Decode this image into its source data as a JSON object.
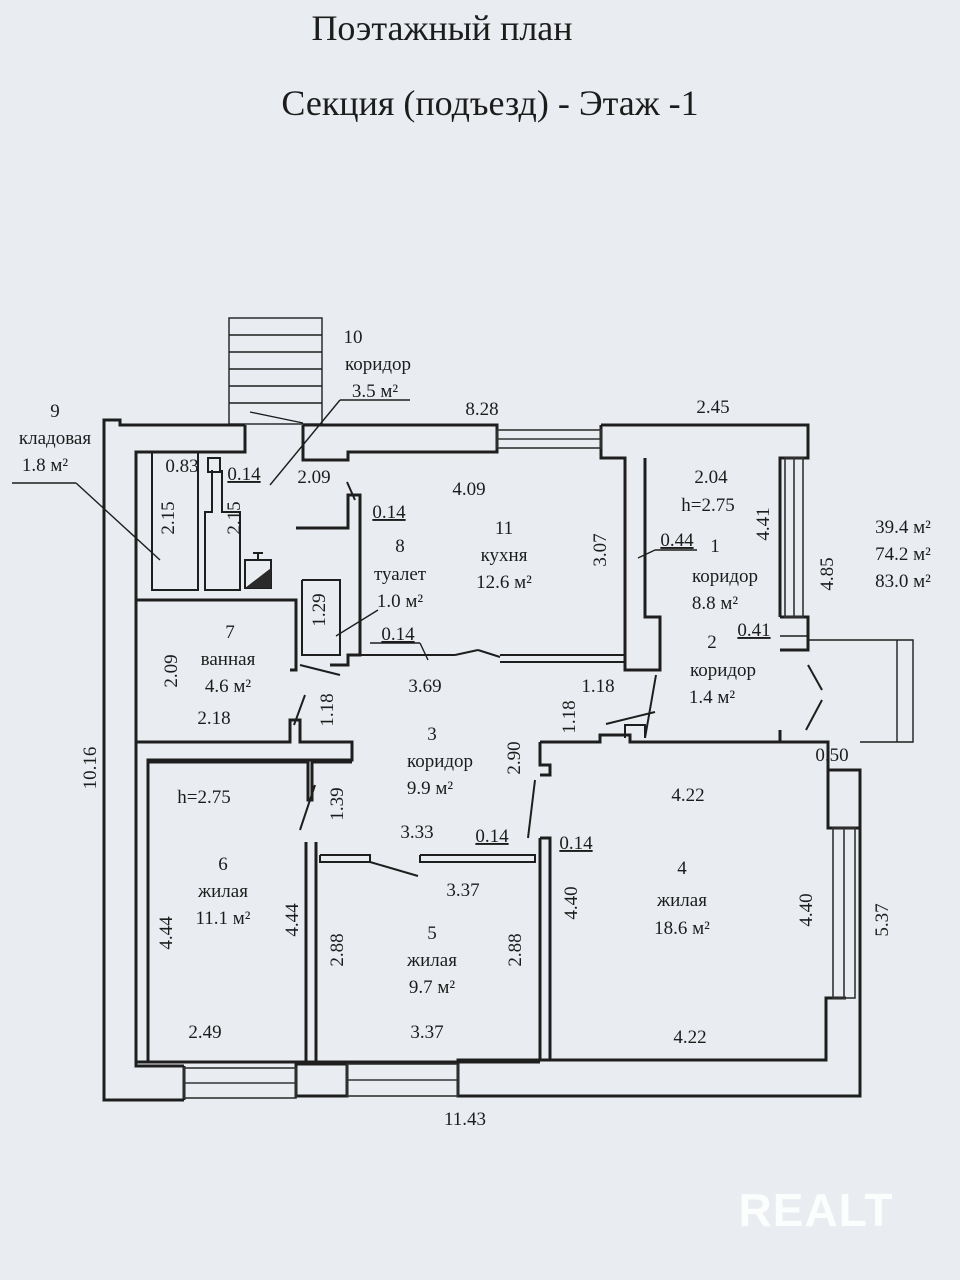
{
  "title_line1": "Поэтажный план",
  "title_line2": "Секция (подъезд) -   Этаж -1",
  "watermark": "REALT",
  "areas_total": [
    "39.4 м²",
    "74.2 м²",
    "83.0 м²"
  ],
  "rooms": {
    "r1": {
      "num": "1",
      "name": "коридор",
      "area": "8.8 м²"
    },
    "r2": {
      "num": "2",
      "name": "коридор",
      "area": "1.4 м²"
    },
    "r3": {
      "num": "3",
      "name": "коридор",
      "area": "9.9 м²"
    },
    "r4": {
      "num": "4",
      "name": "жилая",
      "area": "18.6 м²"
    },
    "r5": {
      "num": "5",
      "name": "жилая",
      "area": "9.7 м²"
    },
    "r6": {
      "num": "6",
      "name": "жилая",
      "area": "11.1 м²"
    },
    "r7": {
      "num": "7",
      "name": "ванная",
      "area": "4.6 м²"
    },
    "r8": {
      "num": "8",
      "name": "туалет",
      "area": "1.0 м²"
    },
    "r9": {
      "num": "9",
      "name": "кладовая",
      "area": "1.8 м²"
    },
    "r10": {
      "num": "10",
      "name": "коридор",
      "area": "3.5 м²"
    },
    "r11": {
      "num": "11",
      "name": "кухня",
      "area": "12.6 м²"
    }
  },
  "heights": {
    "h1": "h=2.75",
    "h2": "h=2.75"
  },
  "dims": {
    "d_8_28": "8.28",
    "d_2_45": "2.45",
    "d_11_43": "11.43",
    "d_10_16": "10.16",
    "d_5_37": "5.37",
    "d_4_85": "4.85",
    "d_4_41": "4.41",
    "d_2_04": "2.04",
    "d_4_09": "4.09",
    "d_3_07": "3.07",
    "d_0_44": "0.44",
    "d_0_41": "0.41",
    "d_0_14_a": "0.14",
    "d_0_14_b": "0.14",
    "d_0_14_c": "0.14",
    "d_0_14_d": "0.14",
    "d_0_14_e": "0.14",
    "d_0_83": "0.83",
    "d_2_15_a": "2.15",
    "d_2_15_b": "2.15",
    "d_2_09_a": "2.09",
    "d_2_09_b": "2.09",
    "d_1_29": "1.29",
    "d_3_69": "3.69",
    "d_1_18_a": "1.18",
    "d_1_18_b": "1.18",
    "d_1_18_c": "1.18",
    "d_2_18": "2.18",
    "d_2_90": "2.90",
    "d_0_50": "0.50",
    "d_4_22_a": "4.22",
    "d_4_22_b": "4.22",
    "d_4_40_a": "4.40",
    "d_4_40_b": "4.40",
    "d_3_33": "3.33",
    "d_3_37_a": "3.37",
    "d_3_37_b": "3.37",
    "d_1_39": "1.39",
    "d_4_44_a": "4.44",
    "d_4_44_b": "4.44",
    "d_2_88_a": "2.88",
    "d_2_88_b": "2.88",
    "d_2_49": "2.49"
  }
}
